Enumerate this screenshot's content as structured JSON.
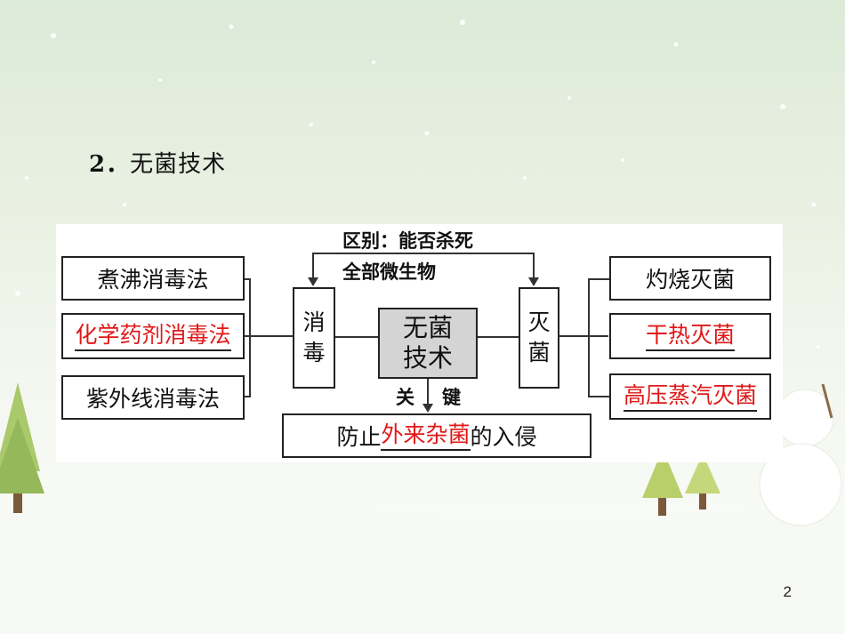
{
  "slide": {
    "number_label": "2．",
    "title": "无菌技术",
    "page_number": "2"
  },
  "diagram": {
    "top_label_line1": "区别：能否杀死",
    "top_label_line2": "全部微生物",
    "center": {
      "line1": "无菌",
      "line2": "技术"
    },
    "left_branch": {
      "char1": "消",
      "char2": "毒"
    },
    "right_branch": {
      "char1": "灭",
      "char2": "菌"
    },
    "disinfection_methods": [
      {
        "text": "煮沸消毒法",
        "red": false
      },
      {
        "text": "化学药剂消毒法",
        "red": true
      },
      {
        "text": "紫外线消毒法",
        "red": false
      }
    ],
    "sterilization_methods": [
      {
        "text": "灼烧灭菌",
        "red": false
      },
      {
        "text": "干热灭菌",
        "red": true
      },
      {
        "text": "高压蒸汽灭菌",
        "red": true
      }
    ],
    "key_label_a": "关",
    "key_label_b": "键",
    "key_box": {
      "prefix": "防止",
      "highlight": "外来杂菌",
      "suffix": "的入侵"
    }
  },
  "colors": {
    "answer_red": "#e01818",
    "center_fill": "#d4d4d4"
  }
}
